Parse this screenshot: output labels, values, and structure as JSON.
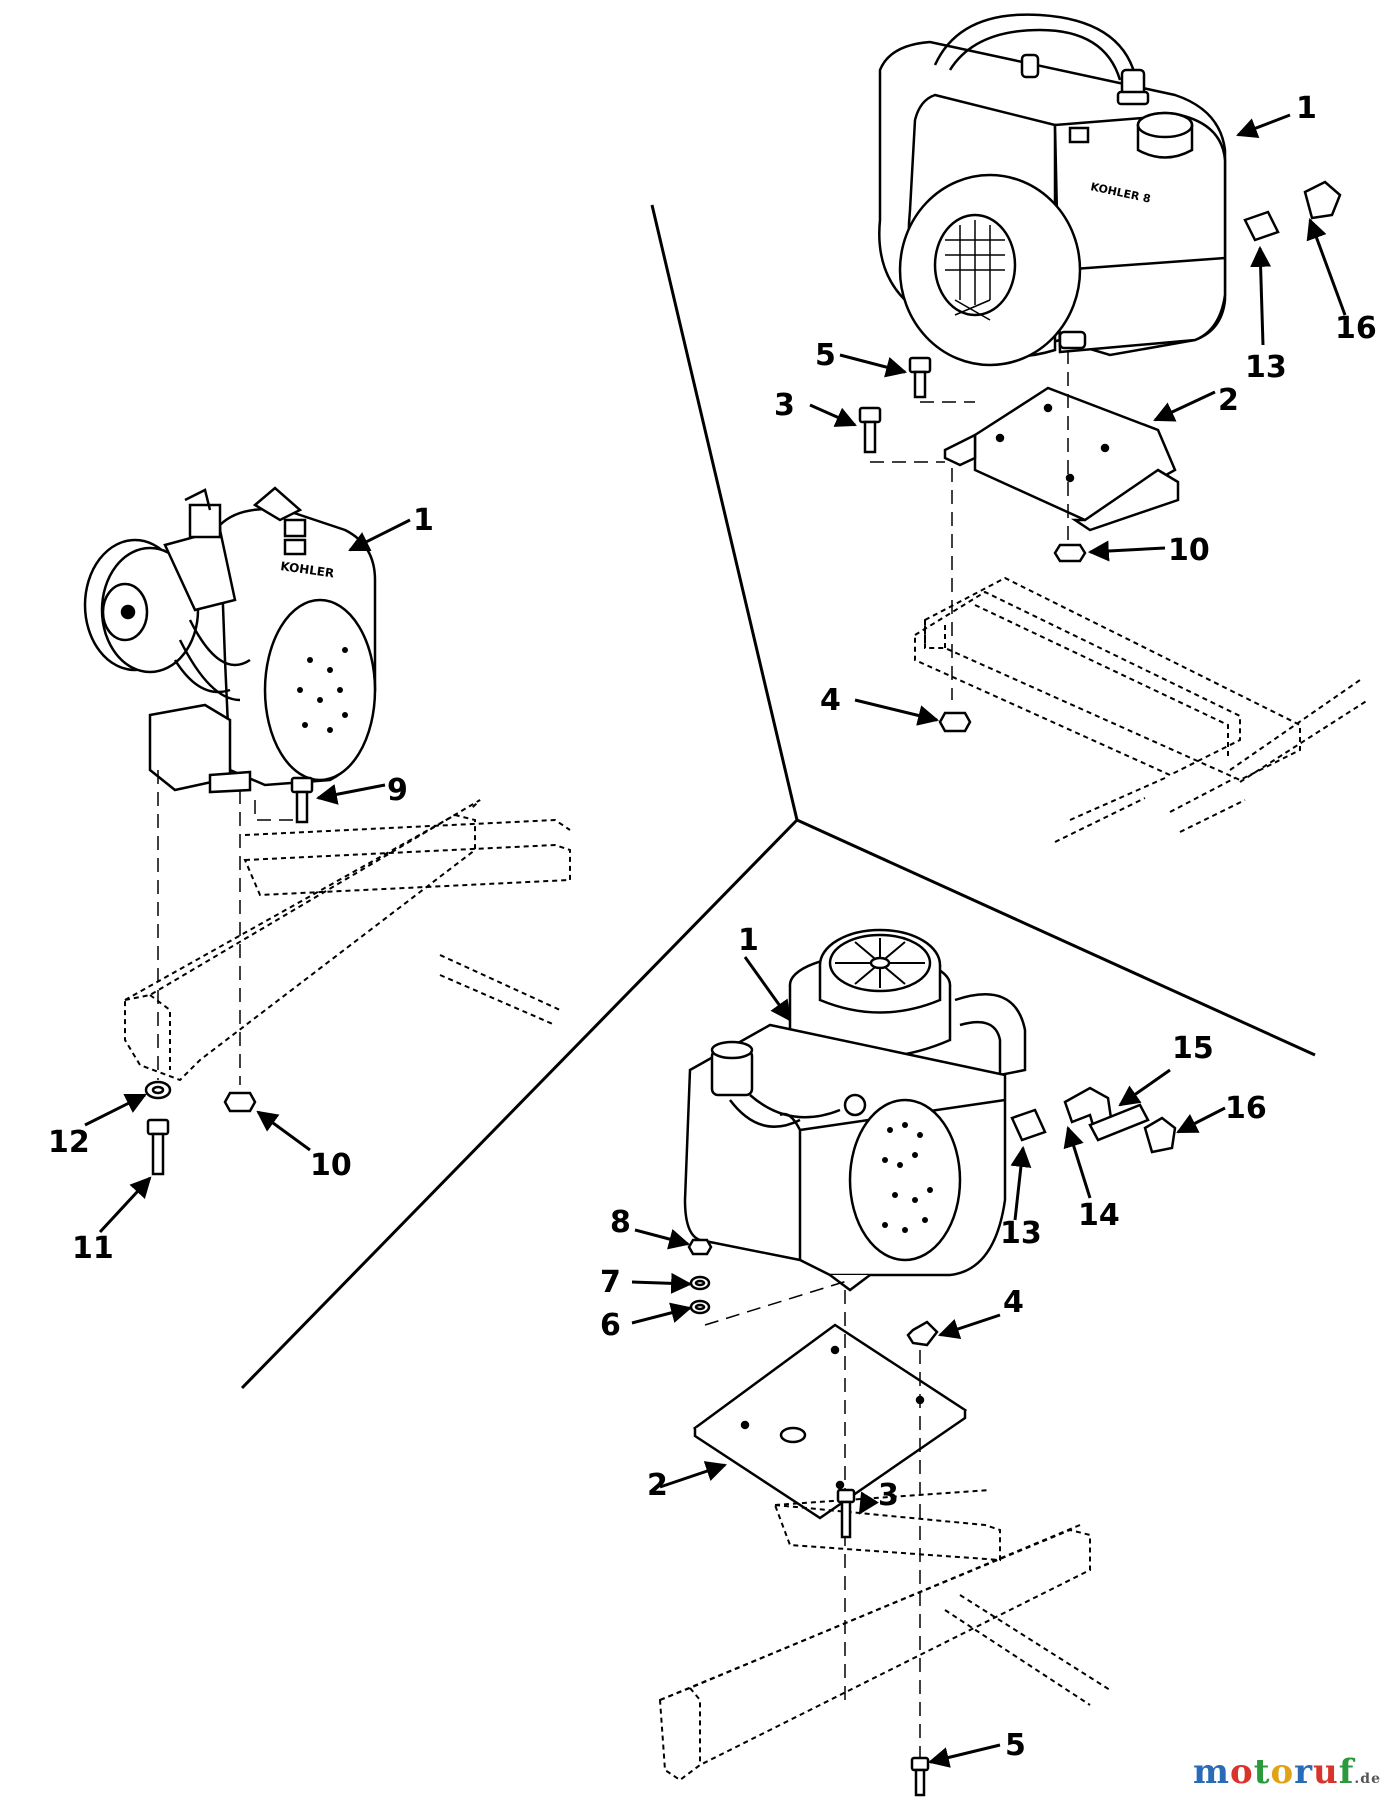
{
  "engines": {
    "top_right": {
      "badge": "KOHLER 8",
      "callouts": [
        "1",
        "2",
        "3",
        "4",
        "5",
        "10",
        "13",
        "16"
      ]
    },
    "left": {
      "badge": "KOHLER",
      "callouts": [
        "1",
        "9",
        "10",
        "11",
        "12"
      ]
    },
    "bottom": {
      "callouts": [
        "1",
        "2",
        "3",
        "4",
        "5",
        "6",
        "7",
        "8",
        "13",
        "14",
        "15",
        "16"
      ]
    }
  },
  "watermark": {
    "parts": [
      "m",
      "o",
      "t",
      "o",
      "r",
      "u",
      "f"
    ],
    "colors": [
      "#2a6bb8",
      "#d8342b",
      "#2a9a3c",
      "#e2a217",
      "#2a6bb8",
      "#d8342b",
      "#2a9a3c"
    ],
    "suffix": ".de"
  }
}
